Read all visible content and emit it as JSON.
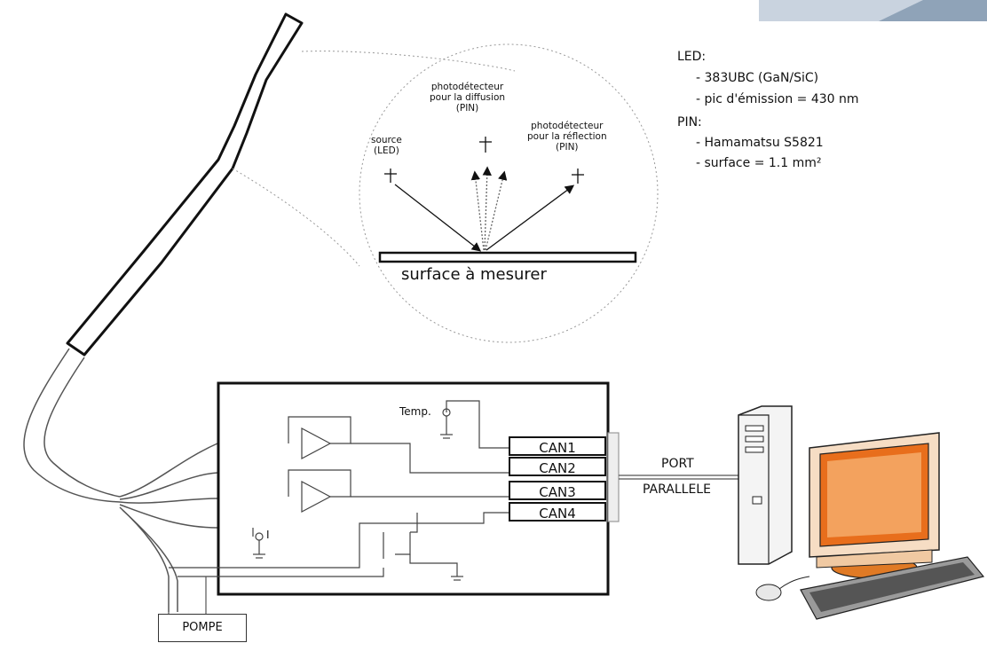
{
  "zoom_inset": {
    "photodetector_diffusion": [
      "photodétecteur",
      "pour la diffusion",
      "(PIN)"
    ],
    "source": [
      "source",
      "(LED)"
    ],
    "photodetector_reflection": [
      "photodétecteur",
      "pour la réflection",
      "(PIN)"
    ],
    "surface_label": "surface à mesurer"
  },
  "specs": {
    "led_title": "LED:",
    "led_line1": "- 383UBC (GaN/SiC)",
    "led_line2": "- pic d'émission = 430 nm",
    "pin_title": "PIN:",
    "pin_line1": "- Hamamatsu S5821",
    "pin_line2": "- surface = 1.1 mm²"
  },
  "circuit": {
    "temp_label": "Temp.",
    "current_label": "I",
    "can_labels": [
      "CAN1",
      "CAN2",
      "CAN3",
      "CAN4"
    ],
    "pump_label": "POMPE"
  },
  "port": {
    "line1": "PORT",
    "line2": "PARALLELE"
  },
  "icons": {
    "computer": "desktop-computer-icon",
    "mouse": "mouse-icon",
    "keyboard": "keyboard-icon"
  }
}
